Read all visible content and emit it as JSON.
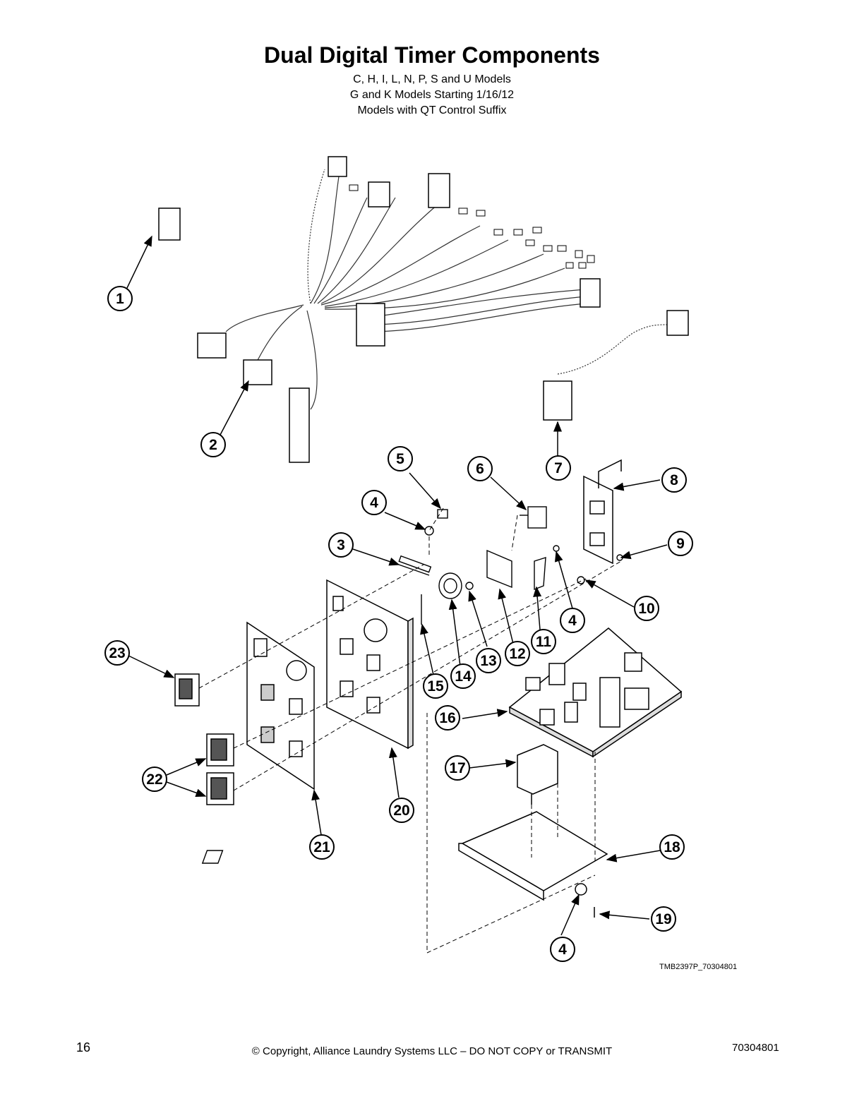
{
  "title": "Dual Digital Timer Components",
  "subtitle_lines": [
    "C, H, I, L, N, P, S and U Models",
    "G and K Models Starting 1/16/12",
    "Models with QT Control Suffix"
  ],
  "callouts": [
    "1",
    "2",
    "3",
    "4",
    "5",
    "6",
    "7",
    "8",
    "9",
    "10",
    "11",
    "12",
    "13",
    "14",
    "15",
    "16",
    "17",
    "18",
    "19",
    "20",
    "21",
    "22",
    "23",
    "4",
    "4"
  ],
  "figure_ref": "TMB2397P_70304801",
  "footer": {
    "page_number": "16",
    "copyright": "© Copyright, Alliance Laundry Systems LLC – DO NOT COPY or TRANSMIT",
    "doc_number": "70304801"
  }
}
